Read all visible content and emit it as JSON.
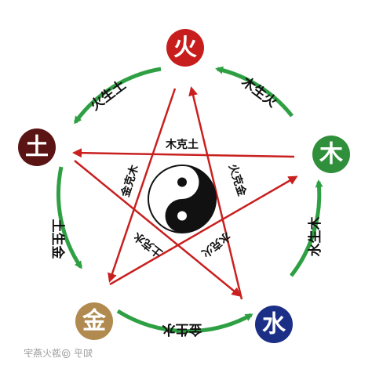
{
  "nodes": {
    "fire": {
      "char": "火",
      "color": "#c81d1d"
    },
    "wood": {
      "char": "木",
      "color": "#2f8f3a"
    },
    "water": {
      "char": "水",
      "color": "#1b2f86"
    },
    "metal": {
      "char": "金",
      "color": "#b08a4e"
    },
    "earth": {
      "char": "土",
      "color": "#5a1414"
    }
  },
  "generating_labels": {
    "wood_fire": "木生火",
    "fire_earth": "火生土",
    "earth_metal": "土生金",
    "metal_water": "金生水",
    "water_wood": "水生木"
  },
  "controlling_labels": {
    "wood_earth": "木克土",
    "earth_water": "土克水",
    "water_fire": "水克火",
    "fire_metal": "火克金",
    "metal_wood": "金克木"
  },
  "colors": {
    "generating_arrow": "#2ea043",
    "controlling_arrow": "#c8201f",
    "yin": "#111111",
    "yang": "#ffffff"
  },
  "icons": {
    "center": "yin-yang-icon"
  },
  "watermark": "知乎 @游火燕宇"
}
